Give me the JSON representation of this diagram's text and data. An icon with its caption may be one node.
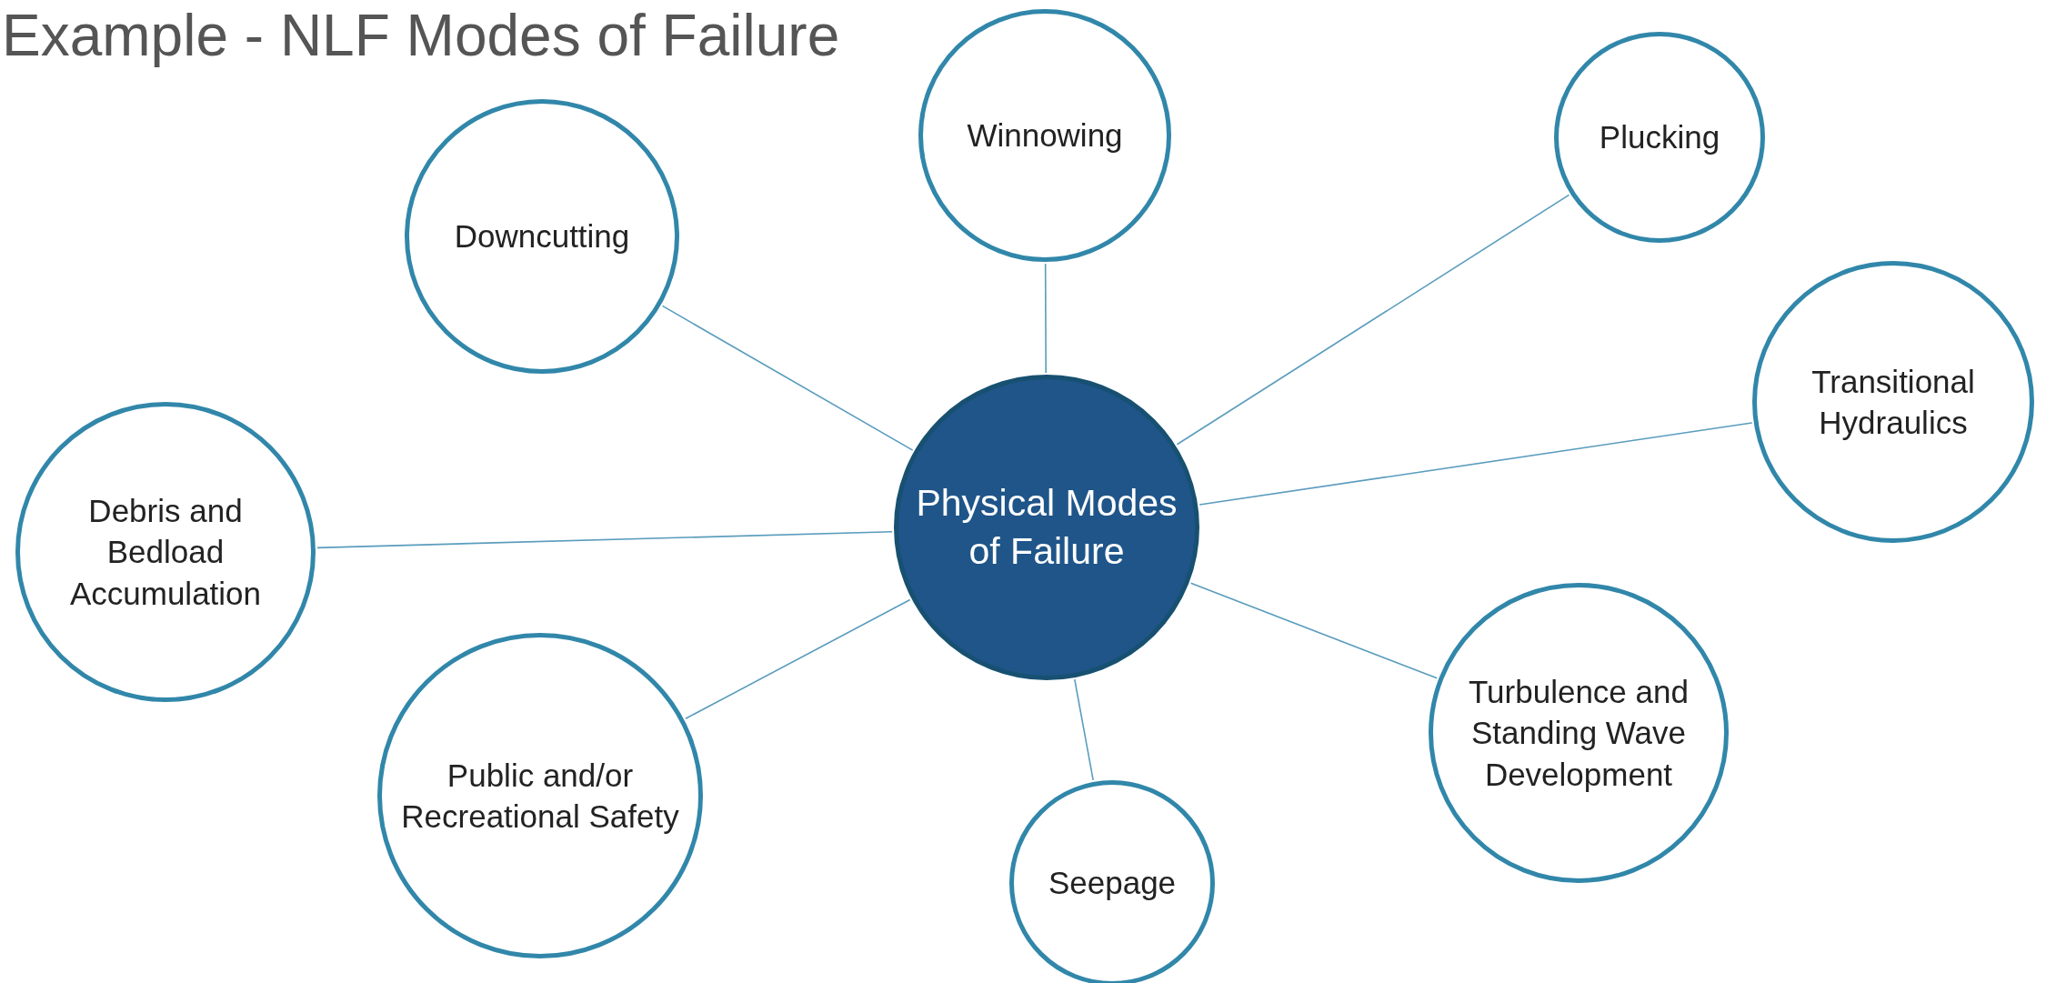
{
  "diagram": {
    "title": "Example - NLF Modes of Failure",
    "nodes": [
      {
        "text": [
          "Physical Modes of Failure"
        ]
      },
      {
        "text": [
          "Downcutting"
        ]
      },
      {
        "text": [
          "Winnowing"
        ]
      },
      {
        "text": [
          "Plucking"
        ]
      },
      {
        "text": [
          "Transitional Hydraulics"
        ]
      },
      {
        "text": [
          "Debris and Bedload Accumulation"
        ]
      },
      {
        "text": [
          "Turbulence and Standing Wave Development"
        ]
      },
      {
        "text": [
          "Public and/or Recreational Safety"
        ]
      },
      {
        "text": [
          "Seepage"
        ]
      }
    ],
    "edges": [
      {
        "from": 0,
        "to": 1,
        "arrow": "none"
      },
      {
        "from": 0,
        "to": 2,
        "arrow": "none"
      },
      {
        "from": 0,
        "to": 3,
        "arrow": "none"
      },
      {
        "from": 0,
        "to": 4,
        "arrow": "none"
      },
      {
        "from": 0,
        "to": 5,
        "arrow": "none"
      },
      {
        "from": 0,
        "to": 6,
        "arrow": "none"
      },
      {
        "from": 0,
        "to": 7,
        "arrow": "none"
      },
      {
        "from": 0,
        "to": 8,
        "arrow": "none"
      }
    ]
  }
}
